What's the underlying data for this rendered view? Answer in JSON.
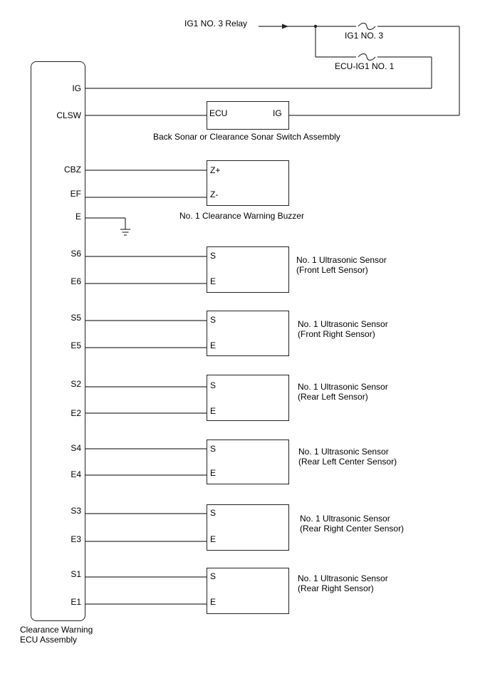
{
  "relay": {
    "label": "IG1 NO. 3 Relay"
  },
  "fuses": [
    {
      "label": "IG1 NO. 3"
    },
    {
      "label": "ECU-IG1 NO. 1"
    }
  ],
  "ecu": {
    "line1": "Clearance Warning",
    "line2": "ECU Assembly",
    "pins": [
      "IG",
      "CLSW",
      "CBZ",
      "EF",
      "E",
      "S6",
      "E6",
      "S5",
      "E5",
      "S2",
      "E2",
      "S4",
      "E4",
      "S3",
      "E3",
      "S1",
      "E1"
    ]
  },
  "switch": {
    "label": "Back Sonar or Clearance Sonar Switch Assembly",
    "term_left": "ECU",
    "term_right": "IG"
  },
  "buzzer": {
    "label": "No. 1 Clearance Warning Buzzer",
    "term_top": "Z+",
    "term_bottom": "Z-"
  },
  "sensors": [
    {
      "name": "No. 1 Ultrasonic Sensor",
      "position": "(Front Left Sensor)",
      "term_s": "S",
      "term_e": "E"
    },
    {
      "name": "No. 1 Ultrasonic Sensor",
      "position": "(Front Right Sensor)",
      "term_s": "S",
      "term_e": "E"
    },
    {
      "name": "No. 1 Ultrasonic Sensor",
      "position": "(Rear Left Sensor)",
      "term_s": "S",
      "term_e": "E"
    },
    {
      "name": "No. 1 Ultrasonic Sensor",
      "position": "(Rear Left Center Sensor)",
      "term_s": "S",
      "term_e": "E"
    },
    {
      "name": "No. 1 Ultrasonic Sensor",
      "position": "(Rear Right Center Sensor)",
      "term_s": "S",
      "term_e": "E"
    },
    {
      "name": "No. 1 Ultrasonic Sensor",
      "position": "(Rear Right Sensor)",
      "term_s": "S",
      "term_e": "E"
    }
  ]
}
